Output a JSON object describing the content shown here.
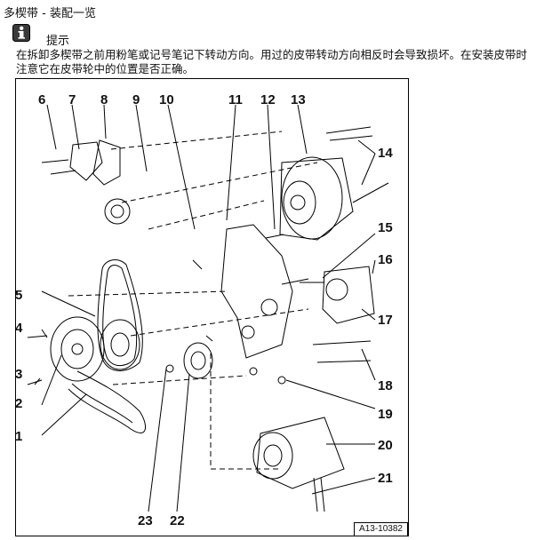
{
  "header": {
    "title": "多楔带 - 装配一览"
  },
  "note": {
    "icon": "info-icon",
    "label": "提示",
    "text": "在拆卸多楔带之前用粉笔或记号笔记下转动方向。用过的皮带转动方向相反时会导致损坏。在安装皮带时注意它在皮带轮中的位置是否正确。"
  },
  "figure": {
    "id_label": "A13-10382",
    "callouts": [
      "1",
      "2",
      "3",
      "4",
      "5",
      "6",
      "7",
      "8",
      "9",
      "10",
      "11",
      "12",
      "13",
      "14",
      "15",
      "16",
      "17",
      "18",
      "19",
      "20",
      "21",
      "22",
      "23"
    ]
  }
}
